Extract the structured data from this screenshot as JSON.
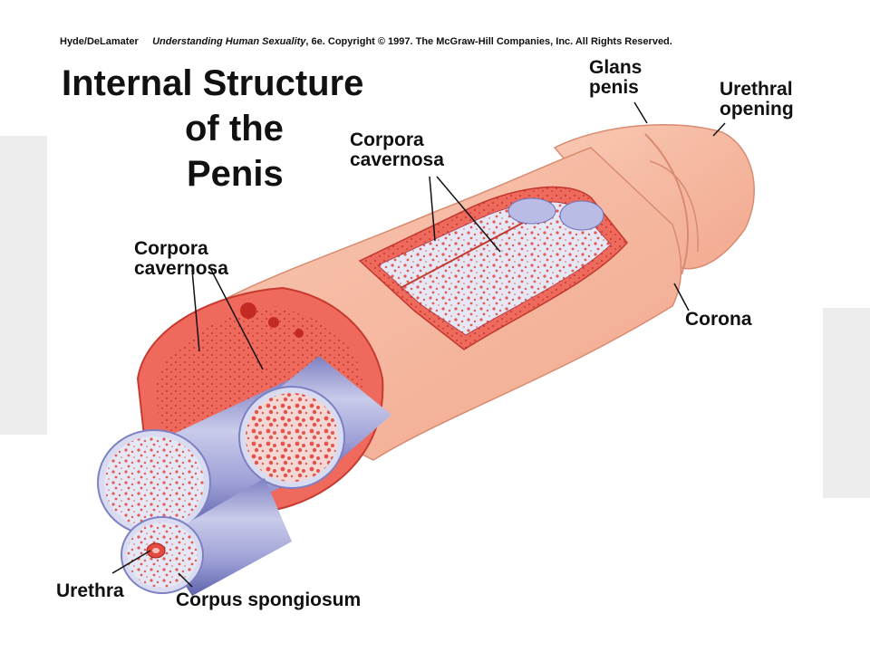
{
  "credit": {
    "authors": "Hyde/DeLamater",
    "book": "Understanding Human Sexuality",
    "rest": ", 6e.  Copyright © 1997. The McGraw-Hill Companies, Inc. All Rights Reserved."
  },
  "title": {
    "line1": "Internal Structure",
    "line2": "of the",
    "line3": "Penis"
  },
  "labels": {
    "glans_1": "Glans",
    "glans_2": "penis",
    "urethral_opening_1": "Urethral",
    "urethral_opening_2": "opening",
    "corpora_top_1": "Corpora",
    "corpora_top_2": "cavernosa",
    "corpora_left_1": "Corpora",
    "corpora_left_2": "cavernosa",
    "corona": "Corona",
    "urethra": "Urethra",
    "corpus_spongiosum": "Corpus spongiosum"
  },
  "colors": {
    "skin": "#f7bba4",
    "skin_shadow": "#e79a82",
    "tunica_red": "#e4463c",
    "tube_blue": "#a9acd9",
    "tube_blue_dark": "#6f72b8",
    "spongy": "#e2e4f4",
    "spongy_red": "#e0524a"
  }
}
